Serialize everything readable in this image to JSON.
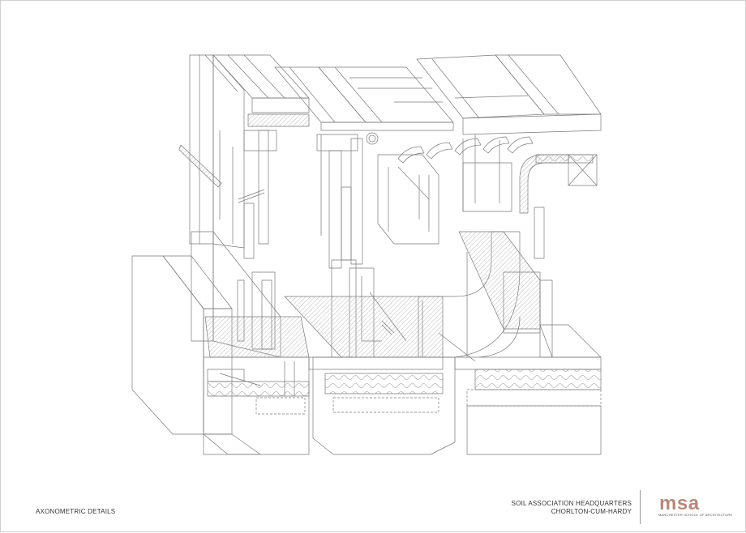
{
  "sheet": {
    "left_caption": "AXONOMETRIC DETAILS",
    "project_title": "SOIL ASSOCIATION HEADQUARTERS",
    "project_location": "CHORLTON-CUM-HARDY",
    "logo_text": "msa",
    "logo_subtext": "MANCHESTER SCHOOL OF ARCHITECTURE",
    "colors": {
      "line": "#7a7a7a",
      "hatch": "#b9b9b9",
      "logo": "#b68a7d"
    }
  }
}
